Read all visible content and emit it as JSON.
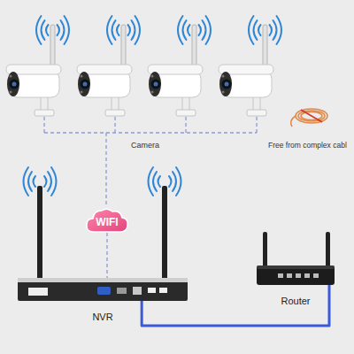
{
  "diagram": {
    "nodes": [
      {
        "text": [
          "WIFI"
        ]
      },
      {
        "text": [
          "NVR"
        ]
      },
      {
        "text": [
          "Router"
        ]
      }
    ],
    "edges": [
      {
        "from": 0,
        "to": 1,
        "arrow": "none"
      },
      {
        "from": 1,
        "to": 2,
        "arrow": "none"
      }
    ],
    "labels": [
      "Camera",
      "Free from complex cabl"
    ]
  }
}
